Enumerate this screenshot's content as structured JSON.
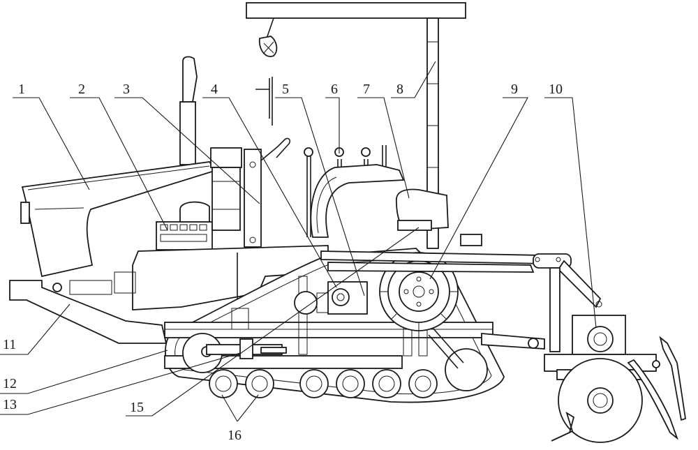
{
  "callouts": [
    {
      "id": "1",
      "label": "1"
    },
    {
      "id": "2",
      "label": "2"
    },
    {
      "id": "3",
      "label": "3"
    },
    {
      "id": "4",
      "label": "4"
    },
    {
      "id": "5",
      "label": "5"
    },
    {
      "id": "6",
      "label": "6"
    },
    {
      "id": "7",
      "label": "7"
    },
    {
      "id": "8",
      "label": "8"
    },
    {
      "id": "9",
      "label": "9"
    },
    {
      "id": "10",
      "label": "10"
    },
    {
      "id": "11",
      "label": "11"
    },
    {
      "id": "12",
      "label": "12"
    },
    {
      "id": "13",
      "label": "13"
    },
    {
      "id": "15",
      "label": "15"
    },
    {
      "id": "16",
      "label": "16"
    }
  ],
  "colors": {
    "ink": "#1a1a1a",
    "paper": "#ffffff"
  }
}
